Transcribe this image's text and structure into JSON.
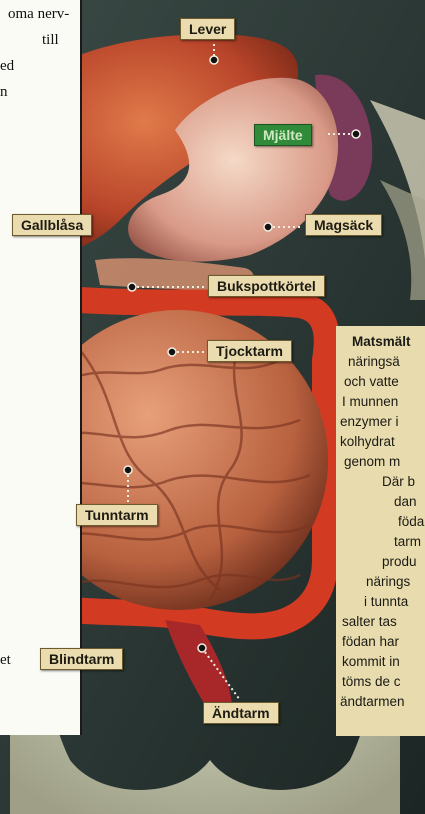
{
  "left_text": [
    "oma nerv-",
    "till",
    "ed",
    "n",
    "et"
  ],
  "labels": {
    "lever": "Lever",
    "mjalte": "Mjälte",
    "gallblasa": "Gallblåsa",
    "magsack": "Magsäck",
    "bukspottkortel": "Bukspottkörtel",
    "tjocktarm": "Tjocktarm",
    "tunntarm": "Tunntarm",
    "blindtarm": "Blindtarm",
    "andtarm": "Ändtarm"
  },
  "right_text": {
    "heading": "Matsmält",
    "lines": [
      "näringsä",
      "och vatte",
      "I munnen",
      "enzymer i",
      "kolhydrat",
      "genom m",
      "Där b",
      "dan",
      "föda",
      "tarm",
      "produ",
      "närings",
      "i tunnta",
      "salter tas",
      "födan har",
      "kommit in",
      "töms de c",
      "ändtarmen"
    ]
  },
  "colors": {
    "label_bg": "#eadcae",
    "mjalte_bg": "#2f8a3a",
    "page_bg": "#2c3a38"
  }
}
